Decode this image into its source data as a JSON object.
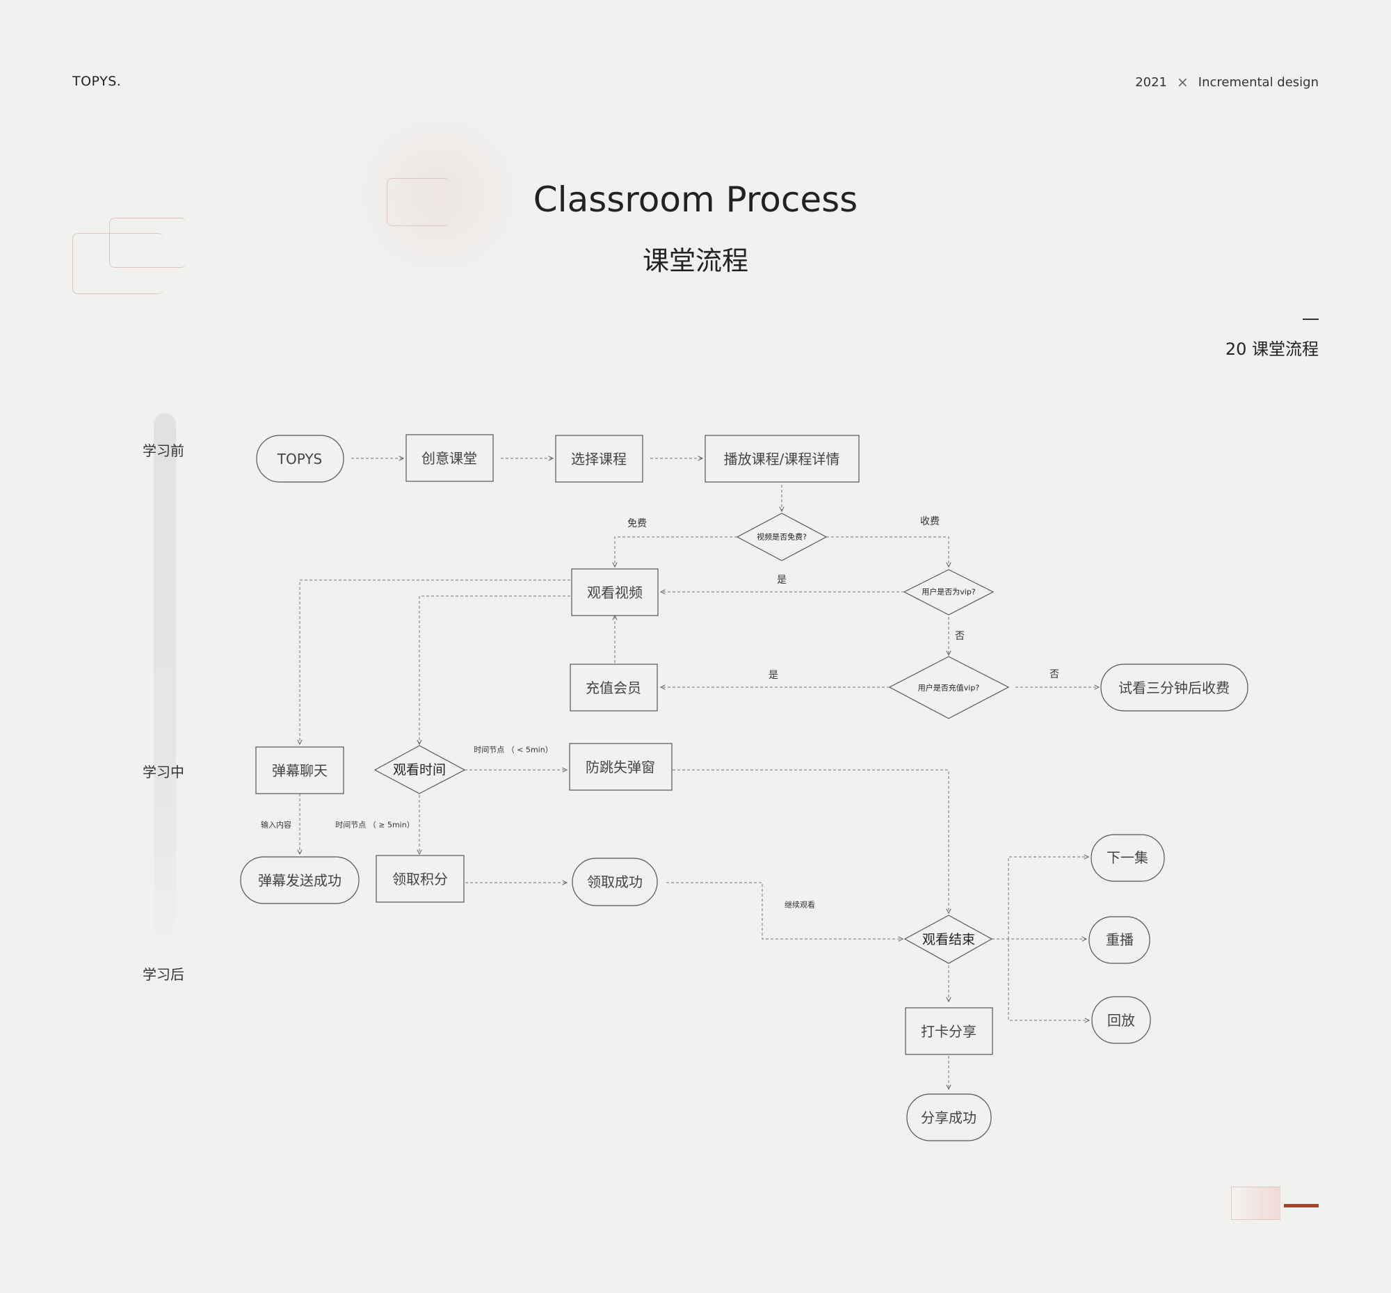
{
  "header": {
    "brand": "TOPYS.",
    "year": "2021",
    "separator": "×",
    "tagline": "Incremental design"
  },
  "title": {
    "en": "Classroom Process",
    "cn": "课堂流程"
  },
  "section": {
    "label": "20 课堂流程"
  },
  "phases": [
    {
      "id": "before",
      "label": "学习前"
    },
    {
      "id": "during",
      "label": "学习中"
    },
    {
      "id": "after",
      "label": "学习后"
    }
  ],
  "colors": {
    "accent": "#a8412a",
    "line": "#555555",
    "background": "#f1f1f0"
  },
  "nodes": [
    {
      "id": "topys",
      "shape": "terminal",
      "label": "TOPYS"
    },
    {
      "id": "creative",
      "shape": "process",
      "label": "创意课堂"
    },
    {
      "id": "select",
      "shape": "process",
      "label": "选择课程"
    },
    {
      "id": "play",
      "shape": "process",
      "label": "播放课程/课程详情"
    },
    {
      "id": "isfree",
      "shape": "decision",
      "label": "视频是否免费?"
    },
    {
      "id": "watch",
      "shape": "process",
      "label": "观看视频"
    },
    {
      "id": "isvip",
      "shape": "decision",
      "label": "用户是否为vip?"
    },
    {
      "id": "recharge",
      "shape": "process",
      "label": "充值会员"
    },
    {
      "id": "chargevip",
      "shape": "decision",
      "label": "用户是否充值vip?"
    },
    {
      "id": "trial",
      "shape": "terminal",
      "label": "试看三分钟后收费"
    },
    {
      "id": "danmu",
      "shape": "process",
      "label": "弹幕聊天"
    },
    {
      "id": "watchtime",
      "shape": "decision",
      "label": "观看时间"
    },
    {
      "id": "antilost",
      "shape": "process",
      "label": "防跳失弹窗"
    },
    {
      "id": "danmusent",
      "shape": "terminal",
      "label": "弹幕发送成功"
    },
    {
      "id": "points",
      "shape": "process",
      "label": "领取积分"
    },
    {
      "id": "pointsok",
      "shape": "terminal",
      "label": "领取成功"
    },
    {
      "id": "next",
      "shape": "terminal",
      "label": "下一集"
    },
    {
      "id": "end",
      "shape": "decision",
      "label": "观看结束"
    },
    {
      "id": "replay",
      "shape": "terminal",
      "label": "重播"
    },
    {
      "id": "playback",
      "shape": "terminal",
      "label": "回放"
    },
    {
      "id": "checkin",
      "shape": "process",
      "label": "打卡分享"
    },
    {
      "id": "shareok",
      "shape": "terminal",
      "label": "分享成功"
    }
  ],
  "edge_labels": {
    "free": "免费",
    "paid": "收费",
    "yes_vip": "是",
    "no_vip": "否",
    "yes_charge": "是",
    "no_charge": "否",
    "short_time": "时间节点 （ < 5min）",
    "long_time": "时间节点 （ ≥ 5min）",
    "input": "输入内容",
    "continue": "继续观看"
  }
}
